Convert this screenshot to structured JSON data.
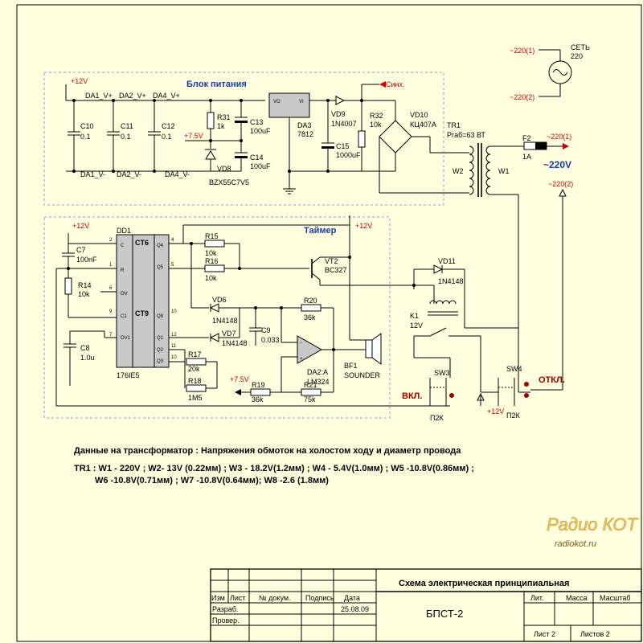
{
  "blocks": {
    "power_supply": "Блок питания",
    "timer": "Таймер"
  },
  "mains": {
    "net_label": "СЕТЬ",
    "net_value": "220",
    "p1": "~220(1)",
    "p2": "~220(2)",
    "out": "~220V"
  },
  "components": {
    "plus12": "+12V",
    "plus7_5": "+7.5V",
    "sync": "Синх.",
    "da1p": "DA1_V+",
    "da2p": "DA2_V+",
    "da4p": "DA4_V+",
    "da1m": "DA1_V-",
    "da2m": "DA2_V-",
    "da4m": "DA4_V-",
    "c10": "C10",
    "c10v": "0.1",
    "c11": "C11",
    "c11v": "0.1",
    "c12": "C12",
    "c12v": "0.1",
    "r31": "R31",
    "r31v": "1k",
    "c13": "C13",
    "c13v": "100uF",
    "c14": "C14",
    "c14v": "100uF",
    "vd8": "VD8",
    "vd8v": "BZX55C7V5",
    "da3": "DA3",
    "da3v": "7812",
    "vo": "VO",
    "vi": "VI",
    "vd9": "VD9",
    "vd9v": "1N4007",
    "c15": "C15",
    "c15v": "1000uF",
    "r32": "R32",
    "r32v": "10k",
    "vd10": "VD10",
    "vd10v": "КЦ407А",
    "tr1": "TR1",
    "tr1p": "Ргаб=63 ВТ",
    "w1": "W1",
    "w2": "W2",
    "f2": "F2",
    "f2v": "1A",
    "dd1": "DD1",
    "ct6": "CT6",
    "ct9": "CT9",
    "dd1v": "176IE5",
    "c7": "C7",
    "c7v": "100nF",
    "r14": "R14",
    "r14v": "10k",
    "c8": "C8",
    "c8v": "1.0u",
    "r15": "R15",
    "r15v": "10k",
    "r16": "R16",
    "r16v": "10k",
    "vt2": "VT2",
    "vt2v": "BC327",
    "vd6": "VD6",
    "vd6v": "1N4148",
    "vd7": "VD7",
    "vd7v": "1N4148",
    "c9": "C9",
    "c9v": "0.033",
    "r20": "R20",
    "r20v": "36k",
    "r17": "R17",
    "r17v": "20k",
    "r18": "R18",
    "r18v": "1M5",
    "r19": "R19",
    "r19v": "36k",
    "r21": "R21",
    "r21v": "75k",
    "da2": "DA2:A",
    "da2v": "LM324",
    "bf1": "BF1",
    "bf1v": "SOUNDER",
    "vd11": "VD11",
    "vd11v": "1N4148",
    "k1": "K1",
    "k1v": "12V",
    "sw3": "SW3",
    "sw4": "SW4",
    "on": "ВКЛ.",
    "off": "ОТКЛ.",
    "p2k_a": "П2К",
    "p2k_b": "П2К"
  },
  "pins": {
    "c": "C",
    "r": "R",
    "ov": "OV",
    "c1": "C1",
    "ov1": "OV1",
    "q4": "Q4",
    "q5": "Q5",
    "q8": "Q8",
    "q1": "Q1",
    "q2": "Q2",
    "q3": "Q3",
    "n2": "2",
    "n1": "1",
    "n6": "6",
    "n9": "9",
    "n7": "7",
    "n4": "4",
    "n5": "5",
    "n10": "10",
    "n11": "11",
    "n12": "12"
  },
  "notes": {
    "title": "Данные на трансформатор : Напряжения обмоток на холостом ходу и диаметр провода",
    "line1": "TR1 : W1 - 220V ; W2- 13V (0.22мм)  ; W3 - 18.2V(1.2мм) ; W4 - 5.4V(1.0мм) ; W5 -10.8V(0.86мм) ;",
    "line2": "W6 -10.8V(0.71мм) ; W7 -10.8V(0.64мм); W8 -2.6 (1.8мм)"
  },
  "watermark": {
    "logo": "Радио КОТ",
    "url": "radiokot.ru"
  },
  "stamp": {
    "caption": "Схема электрическая принципиальная",
    "name": "БПСТ-2",
    "izm": "Изм",
    "list": "Лист",
    "doc": "№ докум.",
    "sign": "Подпись",
    "date": "Дата",
    "razrab": "Разраб.",
    "prover": "Провер.",
    "date_val": "25.08.09",
    "lit": "Лит.",
    "mass": "Масса",
    "scale": "Масштаб",
    "sheet": "Лист 2",
    "sheets": "Листов 2"
  }
}
